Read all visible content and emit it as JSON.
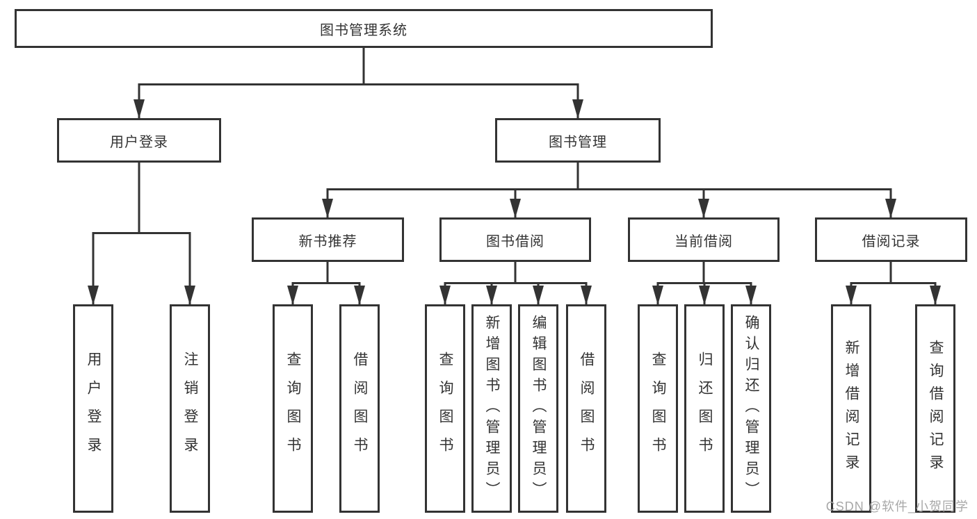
{
  "diagram": {
    "root": {
      "label": "图书管理系统"
    },
    "branches": [
      {
        "label": "用户登录",
        "children": [
          {
            "label": "用户登录"
          },
          {
            "label": "注销登录"
          }
        ]
      },
      {
        "label": "图书管理",
        "children": [
          {
            "label": "新书推荐",
            "children": [
              {
                "label": "查询图书"
              },
              {
                "label": "借阅图书"
              }
            ]
          },
          {
            "label": "图书借阅",
            "children": [
              {
                "label": "查询图书"
              },
              {
                "label": "新增图书（管理员）"
              },
              {
                "label": "编辑图书（管理员）"
              },
              {
                "label": "借阅图书"
              }
            ]
          },
          {
            "label": "当前借阅",
            "children": [
              {
                "label": "查询图书"
              },
              {
                "label": "归还图书"
              },
              {
                "label": "确认归还（管理员）"
              }
            ]
          },
          {
            "label": "借阅记录",
            "children": [
              {
                "label": "新增借阅记录"
              },
              {
                "label": "查询借阅记录"
              }
            ]
          }
        ]
      }
    ]
  },
  "watermark": "CSDN @软件_小贺同学",
  "colors": {
    "line": "#333333",
    "text": "#333333",
    "watermark": "#a8a8a8",
    "background": "#ffffff"
  }
}
